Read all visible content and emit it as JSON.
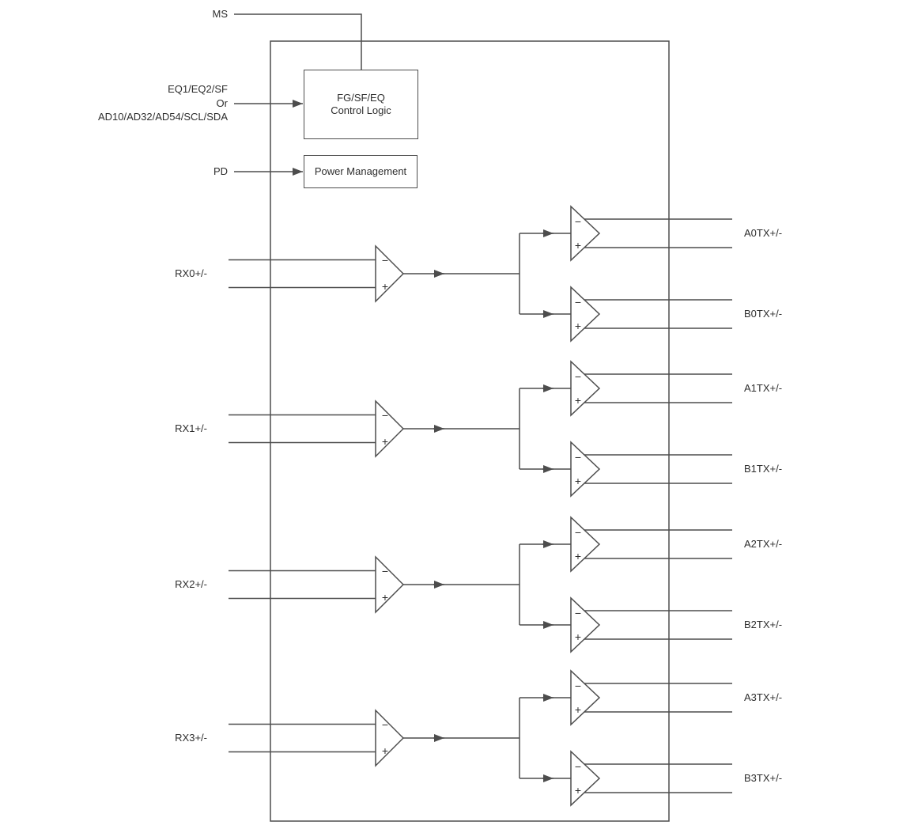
{
  "colors": {
    "background": "#ffffff",
    "line": "#4d4d4d",
    "text": "#2e2e2e"
  },
  "inputs": {
    "ms_label": "MS",
    "eq_label_line1": "EQ1/EQ2/SF",
    "eq_label_line2": "Or",
    "eq_label_line3": "AD10/AD32/AD54/SCL/SDA",
    "pd_label": "PD"
  },
  "blocks": {
    "control_logic_line1": "FG/SF/EQ",
    "control_logic_line2": "Control Logic",
    "power_management": "Power Management"
  },
  "amp_signs": {
    "minus": "−",
    "plus": "+"
  },
  "channels": [
    {
      "rx_label": "RX0+/-",
      "a_tx_label": "A0TX+/-",
      "b_tx_label": "B0TX+/-"
    },
    {
      "rx_label": "RX1+/-",
      "a_tx_label": "A1TX+/-",
      "b_tx_label": "B1TX+/-"
    },
    {
      "rx_label": "RX2+/-",
      "a_tx_label": "A2TX+/-",
      "b_tx_label": "B2TX+/-"
    },
    {
      "rx_label": "RX3+/-",
      "a_tx_label": "A3TX+/-",
      "b_tx_label": "B3TX+/-"
    }
  ]
}
